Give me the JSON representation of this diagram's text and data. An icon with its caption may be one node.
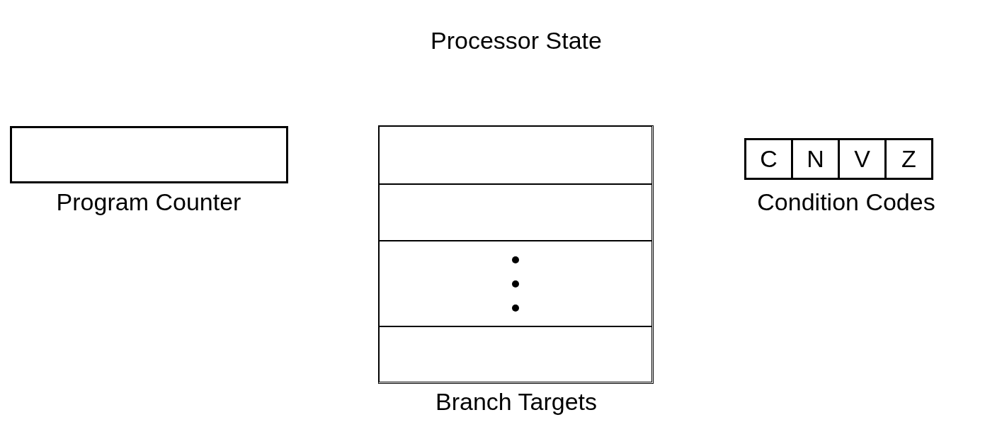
{
  "diagram": {
    "title": "Processor State",
    "nodes": [
      {
        "text": [],
        "shape": "box",
        "beside": [
          "Program Counter"
        ]
      },
      {
        "text": [],
        "shape": "box",
        "beside": [
          "Branch Targets"
        ]
      },
      {
        "text": [],
        "shape": "box",
        "in": 1
      },
      {
        "text": [],
        "shape": "box",
        "in": 1
      },
      {
        "text": [],
        "shape": "box",
        "in": 1
      },
      {
        "text": [],
        "shape": "box",
        "in": 1
      },
      {
        "text": [],
        "shape": "box",
        "beside": [
          "Condition Codes"
        ]
      },
      {
        "text": [
          "C"
        ],
        "in": 6
      },
      {
        "text": [
          "N"
        ],
        "in": 6
      },
      {
        "text": [
          "V"
        ],
        "in": 6
      },
      {
        "text": [
          "Z"
        ],
        "in": 6
      }
    ]
  }
}
